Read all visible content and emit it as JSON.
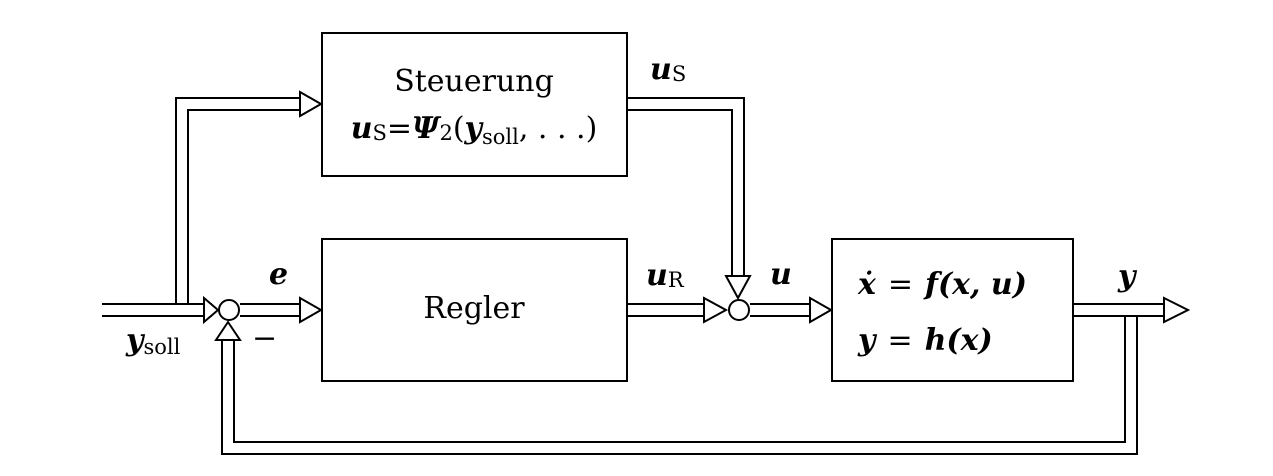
{
  "blocks": {
    "steuerung": {
      "title": "Steuerung"
    },
    "regler": {
      "title": "Regler"
    },
    "plant": {}
  },
  "labels": {
    "u_s": {
      "sym": "u",
      "sub": "S"
    },
    "u_r": {
      "sym": "u",
      "sub": "R"
    },
    "u": {
      "sym": "u"
    },
    "e": {
      "sym": "e"
    },
    "y_out": {
      "sym": "y"
    },
    "y_soll": {
      "sym": "y",
      "sub": "soll"
    },
    "feedback_sign": "−"
  },
  "equations": {
    "steuerung": {
      "lhs": "u",
      "lhs_sub": "S",
      "eq": "=",
      "fn": "Ψ",
      "fn_sub": "2",
      "open": "(",
      "arg": "y",
      "arg_sub": "soll",
      "rest": ", . . .)"
    },
    "plant_1": {
      "lhs": "ẋ",
      "eq": "=",
      "fn": "f",
      "args": "(x, u)"
    },
    "plant_2": {
      "lhs": "y",
      "eq": "=",
      "fn": "h",
      "args": "(x)"
    }
  }
}
